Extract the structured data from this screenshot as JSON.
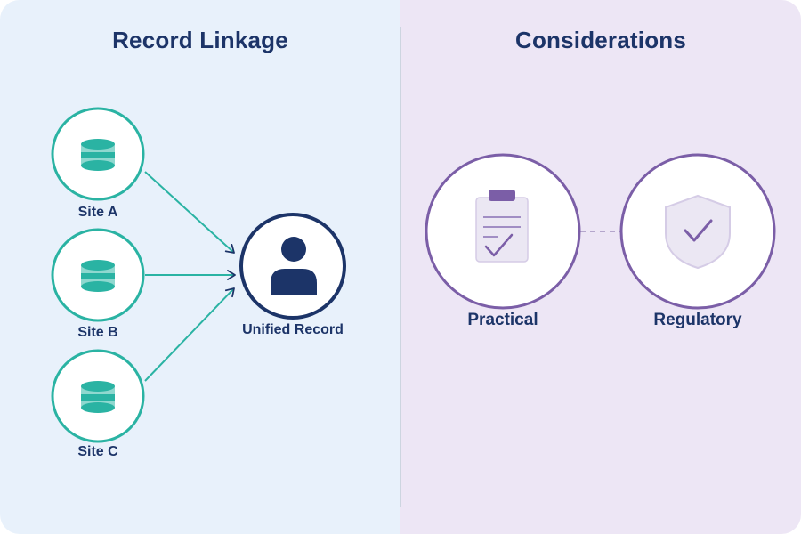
{
  "left_panel": {
    "title": "Record Linkage",
    "sources": [
      {
        "label": "Site A",
        "icon": "database-icon"
      },
      {
        "label": "Site B",
        "icon": "database-icon"
      },
      {
        "label": "Site C",
        "icon": "database-icon"
      }
    ],
    "target": {
      "label": "Unified Record",
      "icon": "user-icon"
    }
  },
  "right_panel": {
    "title": "Considerations",
    "items": [
      {
        "label": "Practical",
        "icon": "clipboard-check-icon"
      },
      {
        "label": "Regulatory",
        "icon": "shield-check-icon"
      }
    ]
  },
  "colors": {
    "left_background": "#e8f1fb",
    "right_background": "#ede6f5",
    "divider": "#cdd5e0",
    "title_text": "#1c3468",
    "teal": "#2ab3a3",
    "navy": "#1c3468",
    "purple": "#7b5ea7",
    "purple_light": "#ddd6ec",
    "connector_dashed": "#b4a6cc",
    "circle_fill": "#ffffff"
  }
}
